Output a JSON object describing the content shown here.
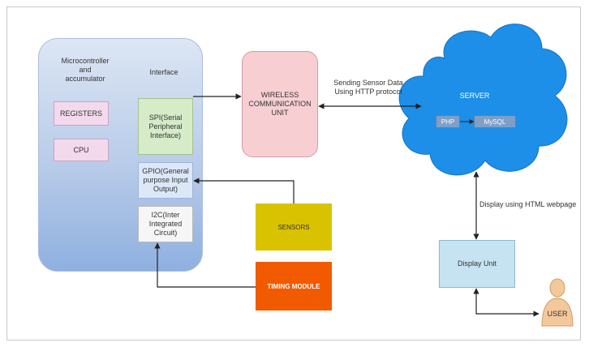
{
  "diagram": {
    "mcu_title": "Microcontroller and accumulator",
    "interface_title": "Interface",
    "registers": "REGISTERS",
    "cpu": "CPU",
    "spi": "SPI(Serial Peripheral Interface)",
    "gpio": "GPIO(General purpose Input Output)",
    "i2c": "I2C(Inter Integrated Circuit)",
    "wireless_unit": "WIRELESS COMMUNICATION UNIT",
    "sending_label": "Sending Sensor Data Using HTTP protocol",
    "server": "SERVER",
    "php": "PHP",
    "mysql": "MySQL",
    "display_label": "Display using HTML webpage",
    "sensors": "SENSORS",
    "timing_module": "TIMING MODULE",
    "display_unit": "Display Unit",
    "user": "USER"
  }
}
